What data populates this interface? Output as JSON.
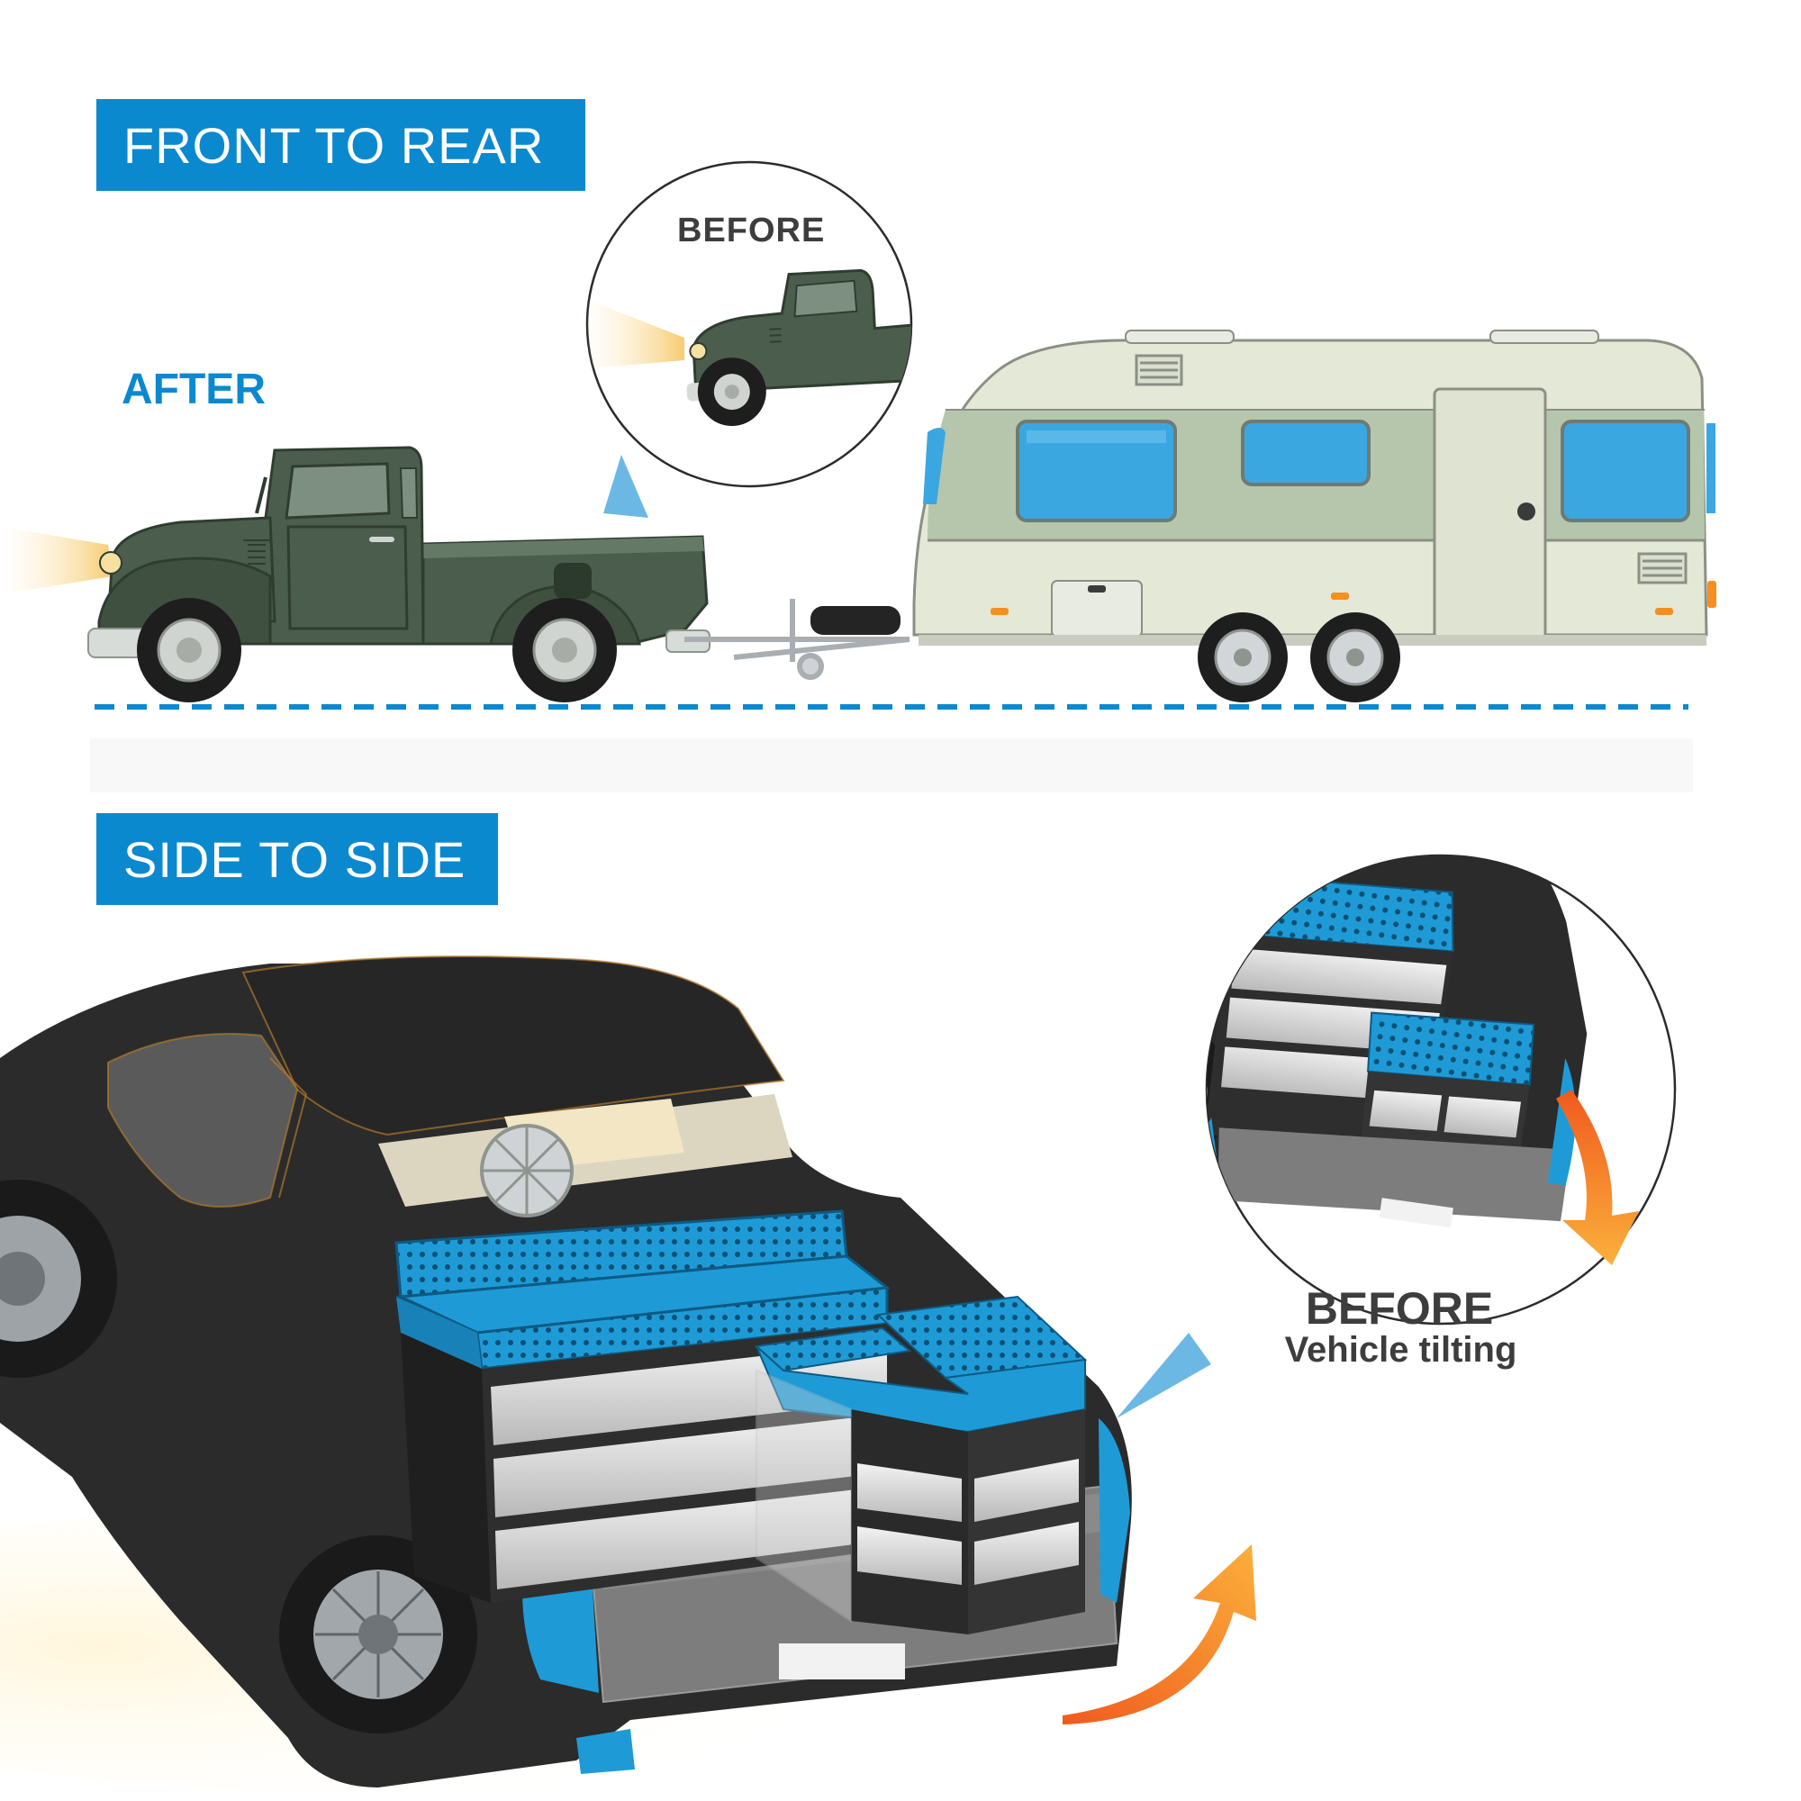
{
  "sections": {
    "front_to_rear": {
      "label": "FRONT TO REAR",
      "after_label": "AFTER",
      "before_label": "BEFORE"
    },
    "side_to_side": {
      "label": "SIDE TO SIDE",
      "before_label": "BEFORE",
      "caption": "Vehicle tilting"
    }
  },
  "colors": {
    "accent_blue": "#0b89cf",
    "truck_green": "#4b5e4d",
    "trailer_green": "#b5c6ad",
    "trailer_body": "#e4e8d6",
    "truck_black": "#2b2b2b",
    "tool_box_blue": "#1e9bd7",
    "arrow_orange": "#f78f1e"
  }
}
